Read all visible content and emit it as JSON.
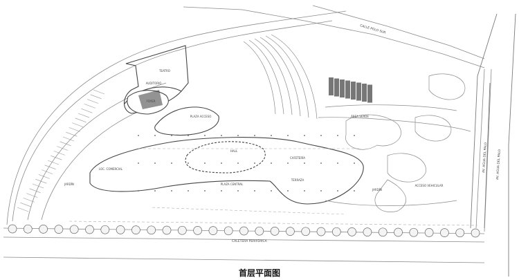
{
  "caption": "首层平面图",
  "streets": {
    "top": "CALLE POLO SUR",
    "bottom": "CALETERA PERIFÉRICA",
    "right_1": "AV. AGUA DEL PALO",
    "right_2": "AV. AGUA DEL PALO"
  },
  "rooms": {
    "teatro": "TEATRO",
    "auditorio": "AUDITORIO",
    "foyer": "FOYER",
    "plaza_acceso": "PLAZA ACCESO",
    "locales": "LOC. COMERCIAL",
    "jardin_1": "JARDÍN",
    "jardin_2": "JARDÍN",
    "hall": "HALL",
    "cafeteria": "CAFETERÍA",
    "terraza": "TERRAZA",
    "plaza_central": "PLAZA CENTRAL",
    "area_verde": "ÁREA VERDE",
    "estacionamiento": "ACCESO VEHICULAR"
  },
  "colors": {
    "line": "#555555",
    "light_line": "#9a9a9a",
    "dark_fill": "#3a3a3a"
  }
}
